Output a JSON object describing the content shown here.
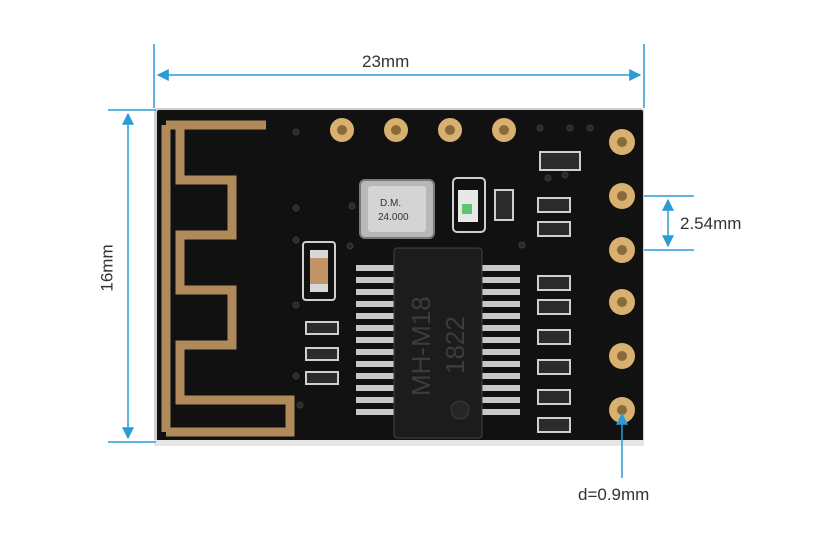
{
  "dimensions": {
    "width_label": "23mm",
    "height_label": "16mm",
    "pitch_label": "2.54mm",
    "hole_label": "d=0.9mm"
  },
  "chip": {
    "line1": "MH-M18",
    "line2": "1822"
  },
  "crystal": {
    "line1": "D.M.",
    "line2": "24.000"
  },
  "colors": {
    "pcb": "#111111",
    "antenna": "#b08a5a",
    "gold_pad": "#d8b070",
    "dimension_line": "#2a9bd6",
    "chip_body": "#1c1c1c"
  }
}
